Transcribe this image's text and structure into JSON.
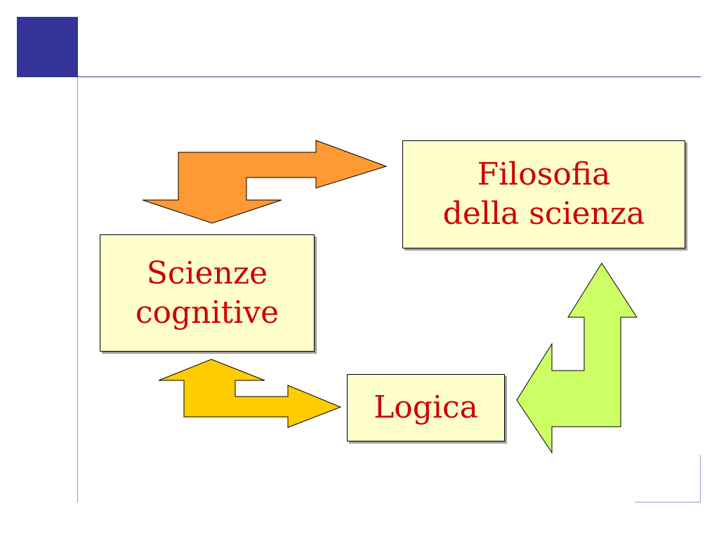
{
  "nodes": {
    "filosofia": {
      "line1": "Filosofia",
      "line2": "della scienza"
    },
    "scienze": {
      "line1": "Scienze",
      "line2": "cognitive"
    },
    "logica": {
      "label": "Logica"
    }
  },
  "colors": {
    "box_fill": "#ffffcc",
    "text": "#cc0000",
    "arrow_orange": "#ff9933",
    "arrow_yellow": "#ffcc00",
    "arrow_green": "#ccff66",
    "accent": "#333399"
  }
}
